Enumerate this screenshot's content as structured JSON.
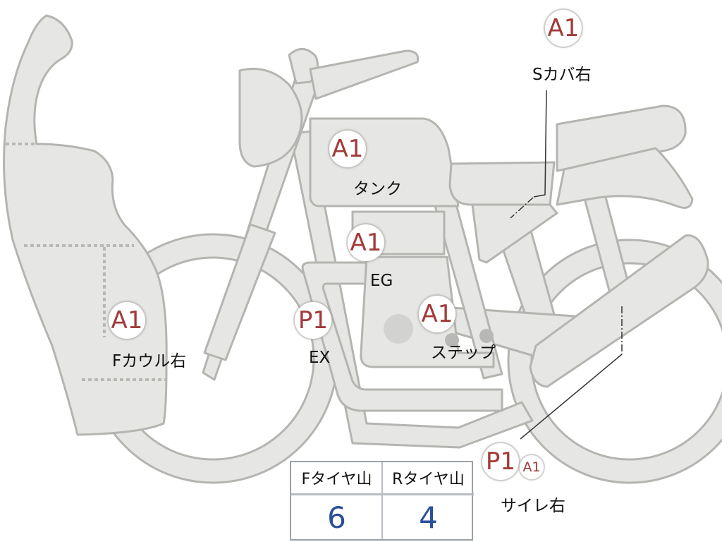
{
  "diagram": {
    "parts": [
      {
        "id": "f-cowl-right",
        "grade": "A1",
        "label": "Fカウル右"
      },
      {
        "id": "tank",
        "grade": "A1",
        "label": "タンク"
      },
      {
        "id": "engine",
        "grade": "A1",
        "label": "EG"
      },
      {
        "id": "exhaust",
        "grade": "P1",
        "label": "EX"
      },
      {
        "id": "step",
        "grade": "A1",
        "label": "ステップ"
      },
      {
        "id": "side-cover-right",
        "grade": "A1",
        "label": "Sカバ右"
      },
      {
        "id": "silencer-right",
        "grade": "P1",
        "grade2": "A1",
        "label": "サイレ右"
      }
    ]
  },
  "tire_tread": {
    "headers": [
      "Fタイヤ山",
      "Rタイヤ山"
    ],
    "values": [
      "6",
      "4"
    ]
  },
  "colors": {
    "grade_text": "#a33a3a",
    "tread_value": "#2b4f9a",
    "part_fill": "#e6e6e4",
    "part_outline": "#b4b4b0"
  }
}
